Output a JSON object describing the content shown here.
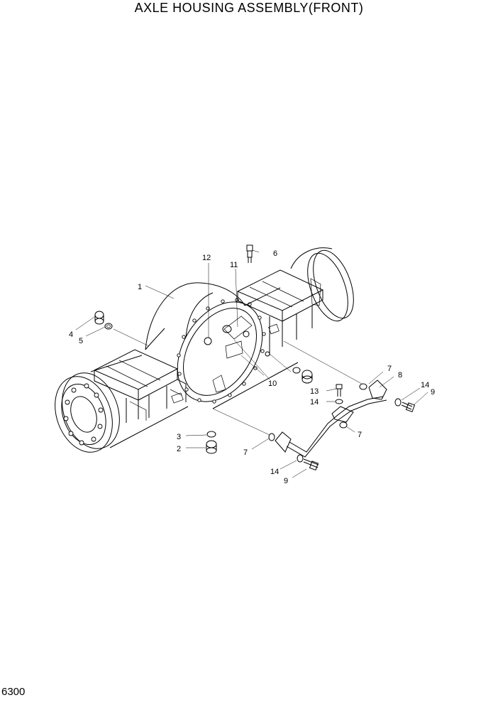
{
  "header": {
    "title": "AXLE HOUSING ASSEMBLY(FRONT)"
  },
  "footer": {
    "page_number": "6300"
  },
  "callouts": {
    "c1": "1",
    "c2": "2",
    "c3": "3",
    "c4": "4",
    "c5": "5",
    "c6": "6",
    "c7a": "7",
    "c7b": "7",
    "c7c": "7",
    "c8": "8",
    "c9a": "9",
    "c9b": "9",
    "c10": "10",
    "c11": "11",
    "c12": "12",
    "c13": "13",
    "c14a": "14",
    "c14b": "14",
    "c14c": "14"
  }
}
